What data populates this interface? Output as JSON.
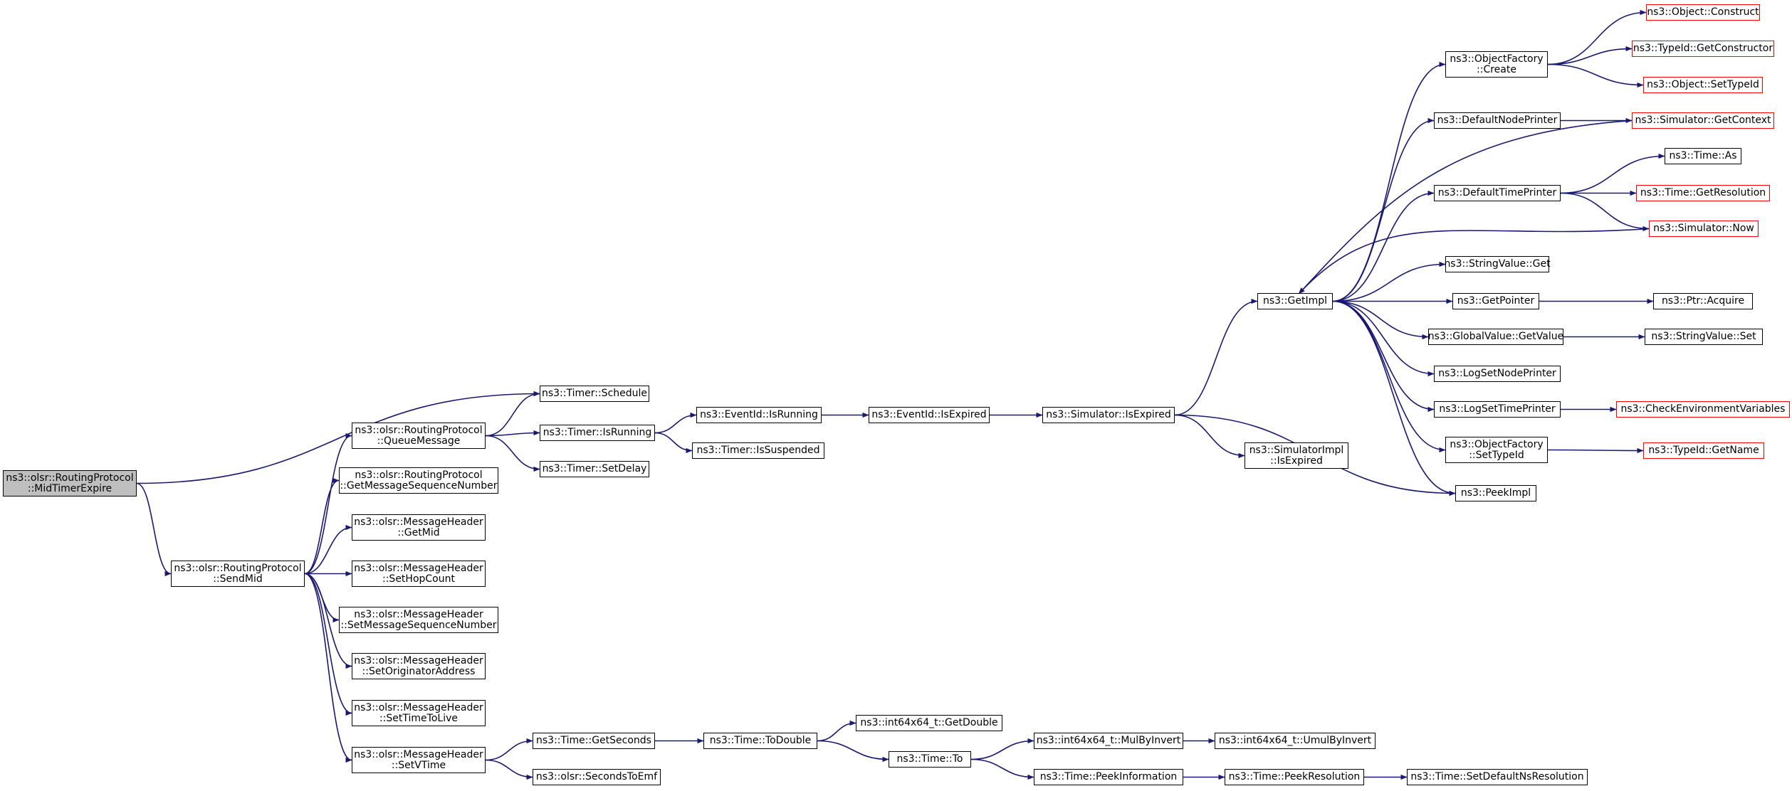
{
  "graph": {
    "description": "Doxygen call graph",
    "colors": {
      "edge": "#191970",
      "border": "#000000",
      "external_border": "#ff0000",
      "root_fill": "#bfbfbf",
      "fill": "#ffffff"
    },
    "nodes": [
      {
        "id": "mid_timer_expire",
        "lines": [
          "ns3::olsr::RoutingProtocol",
          "::MidTimerExpire"
        ],
        "root": true
      },
      {
        "id": "send_mid",
        "lines": [
          "ns3::olsr::RoutingProtocol",
          "::SendMid"
        ]
      },
      {
        "id": "timer_schedule",
        "lines": [
          "ns3::Timer::Schedule"
        ]
      },
      {
        "id": "queue_message",
        "lines": [
          "ns3::olsr::RoutingProtocol",
          "::QueueMessage"
        ]
      },
      {
        "id": "get_message_sequence_number",
        "lines": [
          "ns3::olsr::RoutingProtocol",
          "::GetMessageSequenceNumber"
        ]
      },
      {
        "id": "get_mid",
        "lines": [
          "ns3::olsr::MessageHeader",
          "::GetMid"
        ]
      },
      {
        "id": "set_hop_count",
        "lines": [
          "ns3::olsr::MessageHeader",
          "::SetHopCount"
        ]
      },
      {
        "id": "set_message_sequence_number",
        "lines": [
          "ns3::olsr::MessageHeader",
          "::SetMessageSequenceNumber"
        ]
      },
      {
        "id": "set_originator_address",
        "lines": [
          "ns3::olsr::MessageHeader",
          "::SetOriginatorAddress"
        ]
      },
      {
        "id": "set_time_to_live",
        "lines": [
          "ns3::olsr::MessageHeader",
          "::SetTimeToLive"
        ]
      },
      {
        "id": "set_vtime",
        "lines": [
          "ns3::olsr::MessageHeader",
          "::SetVTime"
        ]
      },
      {
        "id": "timer_is_running",
        "lines": [
          "ns3::Timer::IsRunning"
        ]
      },
      {
        "id": "timer_set_delay",
        "lines": [
          "ns3::Timer::SetDelay"
        ]
      },
      {
        "id": "eventid_is_running",
        "lines": [
          "ns3::EventId::IsRunning"
        ]
      },
      {
        "id": "timer_is_suspended",
        "lines": [
          "ns3::Timer::IsSuspended"
        ]
      },
      {
        "id": "eventid_is_expired",
        "lines": [
          "ns3::EventId::IsExpired"
        ]
      },
      {
        "id": "simulator_is_expired",
        "lines": [
          "ns3::Simulator::IsExpired"
        ]
      },
      {
        "id": "simulatorimpl_is_expired",
        "lines": [
          "ns3::SimulatorImpl",
          "::IsExpired"
        ]
      },
      {
        "id": "get_impl",
        "lines": [
          "ns3::GetImpl"
        ]
      },
      {
        "id": "object_factory_create",
        "lines": [
          "ns3::ObjectFactory",
          "::Create"
        ]
      },
      {
        "id": "default_node_printer",
        "lines": [
          "ns3::DefaultNodePrinter"
        ]
      },
      {
        "id": "default_time_printer",
        "lines": [
          "ns3::DefaultTimePrinter"
        ]
      },
      {
        "id": "string_value_get",
        "lines": [
          "ns3::StringValue::Get"
        ]
      },
      {
        "id": "get_pointer",
        "lines": [
          "ns3::GetPointer"
        ]
      },
      {
        "id": "global_value_get_value",
        "lines": [
          "ns3::GlobalValue::GetValue"
        ]
      },
      {
        "id": "log_set_node_printer",
        "lines": [
          "ns3::LogSetNodePrinter"
        ]
      },
      {
        "id": "log_set_time_printer",
        "lines": [
          "ns3::LogSetTimePrinter"
        ]
      },
      {
        "id": "object_factory_set_type_id",
        "lines": [
          "ns3::ObjectFactory",
          "::SetTypeId"
        ]
      },
      {
        "id": "peek_impl",
        "lines": [
          "ns3::PeekImpl"
        ]
      },
      {
        "id": "object_construct",
        "lines": [
          "ns3::Object::Construct"
        ],
        "external": true
      },
      {
        "id": "typeid_get_constructor",
        "lines": [
          "ns3::TypeId::GetConstructor"
        ],
        "external": true
      },
      {
        "id": "object_set_type_id",
        "lines": [
          "ns3::Object::SetTypeId"
        ],
        "external": true
      },
      {
        "id": "simulator_get_context",
        "lines": [
          "ns3::Simulator::GetContext"
        ],
        "external": true
      },
      {
        "id": "time_as",
        "lines": [
          "ns3::Time::As"
        ]
      },
      {
        "id": "time_get_resolution",
        "lines": [
          "ns3::Time::GetResolution"
        ],
        "external": true
      },
      {
        "id": "simulator_now",
        "lines": [
          "ns3::Simulator::Now"
        ],
        "external": true
      },
      {
        "id": "ptr_acquire",
        "lines": [
          "ns3::Ptr::Acquire"
        ]
      },
      {
        "id": "string_value_set",
        "lines": [
          "ns3::StringValue::Set"
        ]
      },
      {
        "id": "check_environment_variables",
        "lines": [
          "ns3::CheckEnvironmentVariables"
        ],
        "external": true
      },
      {
        "id": "typeid_get_name",
        "lines": [
          "ns3::TypeId::GetName"
        ],
        "external": true
      },
      {
        "id": "time_get_seconds",
        "lines": [
          "ns3::Time::GetSeconds"
        ]
      },
      {
        "id": "seconds_to_emf",
        "lines": [
          "ns3::olsr::SecondsToEmf"
        ]
      },
      {
        "id": "time_to_double",
        "lines": [
          "ns3::Time::ToDouble"
        ]
      },
      {
        "id": "int64x64_get_double",
        "lines": [
          "ns3::int64x64_t::GetDouble"
        ]
      },
      {
        "id": "time_to",
        "lines": [
          "ns3::Time::To"
        ]
      },
      {
        "id": "int64x64_mul_by_invert",
        "lines": [
          "ns3::int64x64_t::MulByInvert"
        ]
      },
      {
        "id": "time_peek_information",
        "lines": [
          "ns3::Time::PeekInformation"
        ]
      },
      {
        "id": "int64x64_umul_by_invert",
        "lines": [
          "ns3::int64x64_t::UmulByInvert"
        ]
      },
      {
        "id": "time_peek_resolution",
        "lines": [
          "ns3::Time::PeekResolution"
        ]
      },
      {
        "id": "time_set_default_ns_resolution",
        "lines": [
          "ns3::Time::SetDefaultNsResolution"
        ]
      }
    ],
    "edges": [
      [
        "mid_timer_expire",
        "timer_schedule"
      ],
      [
        "mid_timer_expire",
        "send_mid"
      ],
      [
        "send_mid",
        "queue_message"
      ],
      [
        "send_mid",
        "get_message_sequence_number"
      ],
      [
        "send_mid",
        "get_mid"
      ],
      [
        "send_mid",
        "set_hop_count"
      ],
      [
        "send_mid",
        "set_message_sequence_number"
      ],
      [
        "send_mid",
        "set_originator_address"
      ],
      [
        "send_mid",
        "set_time_to_live"
      ],
      [
        "send_mid",
        "set_vtime"
      ],
      [
        "queue_message",
        "timer_schedule"
      ],
      [
        "queue_message",
        "timer_is_running"
      ],
      [
        "queue_message",
        "timer_set_delay"
      ],
      [
        "timer_is_running",
        "eventid_is_running"
      ],
      [
        "timer_is_running",
        "timer_is_suspended"
      ],
      [
        "eventid_is_running",
        "eventid_is_expired"
      ],
      [
        "eventid_is_expired",
        "simulator_is_expired"
      ],
      [
        "simulator_is_expired",
        "get_impl"
      ],
      [
        "simulator_is_expired",
        "simulatorimpl_is_expired"
      ],
      [
        "simulator_is_expired",
        "peek_impl"
      ],
      [
        "get_impl",
        "object_factory_create"
      ],
      [
        "get_impl",
        "default_node_printer"
      ],
      [
        "get_impl",
        "default_time_printer"
      ],
      [
        "get_impl",
        "string_value_get"
      ],
      [
        "get_impl",
        "get_pointer"
      ],
      [
        "get_impl",
        "global_value_get_value"
      ],
      [
        "get_impl",
        "log_set_node_printer"
      ],
      [
        "get_impl",
        "log_set_time_printer"
      ],
      [
        "get_impl",
        "object_factory_set_type_id"
      ],
      [
        "get_impl",
        "peek_impl"
      ],
      [
        "simulator_get_context",
        "get_impl"
      ],
      [
        "simulator_now",
        "get_impl"
      ],
      [
        "object_factory_create",
        "object_construct"
      ],
      [
        "object_factory_create",
        "typeid_get_constructor"
      ],
      [
        "object_factory_create",
        "object_set_type_id"
      ],
      [
        "default_node_printer",
        "simulator_get_context"
      ],
      [
        "default_time_printer",
        "time_as"
      ],
      [
        "default_time_printer",
        "time_get_resolution"
      ],
      [
        "default_time_printer",
        "simulator_now"
      ],
      [
        "get_pointer",
        "ptr_acquire"
      ],
      [
        "global_value_get_value",
        "string_value_set"
      ],
      [
        "log_set_time_printer",
        "check_environment_variables"
      ],
      [
        "object_factory_set_type_id",
        "typeid_get_name"
      ],
      [
        "set_vtime",
        "time_get_seconds"
      ],
      [
        "set_vtime",
        "seconds_to_emf"
      ],
      [
        "time_get_seconds",
        "time_to_double"
      ],
      [
        "time_to_double",
        "int64x64_get_double"
      ],
      [
        "time_to_double",
        "time_to"
      ],
      [
        "time_to",
        "int64x64_mul_by_invert"
      ],
      [
        "time_to",
        "time_peek_information"
      ],
      [
        "int64x64_mul_by_invert",
        "int64x64_umul_by_invert"
      ],
      [
        "time_peek_information",
        "time_peek_resolution"
      ],
      [
        "time_peek_resolution",
        "time_set_default_ns_resolution"
      ]
    ]
  }
}
